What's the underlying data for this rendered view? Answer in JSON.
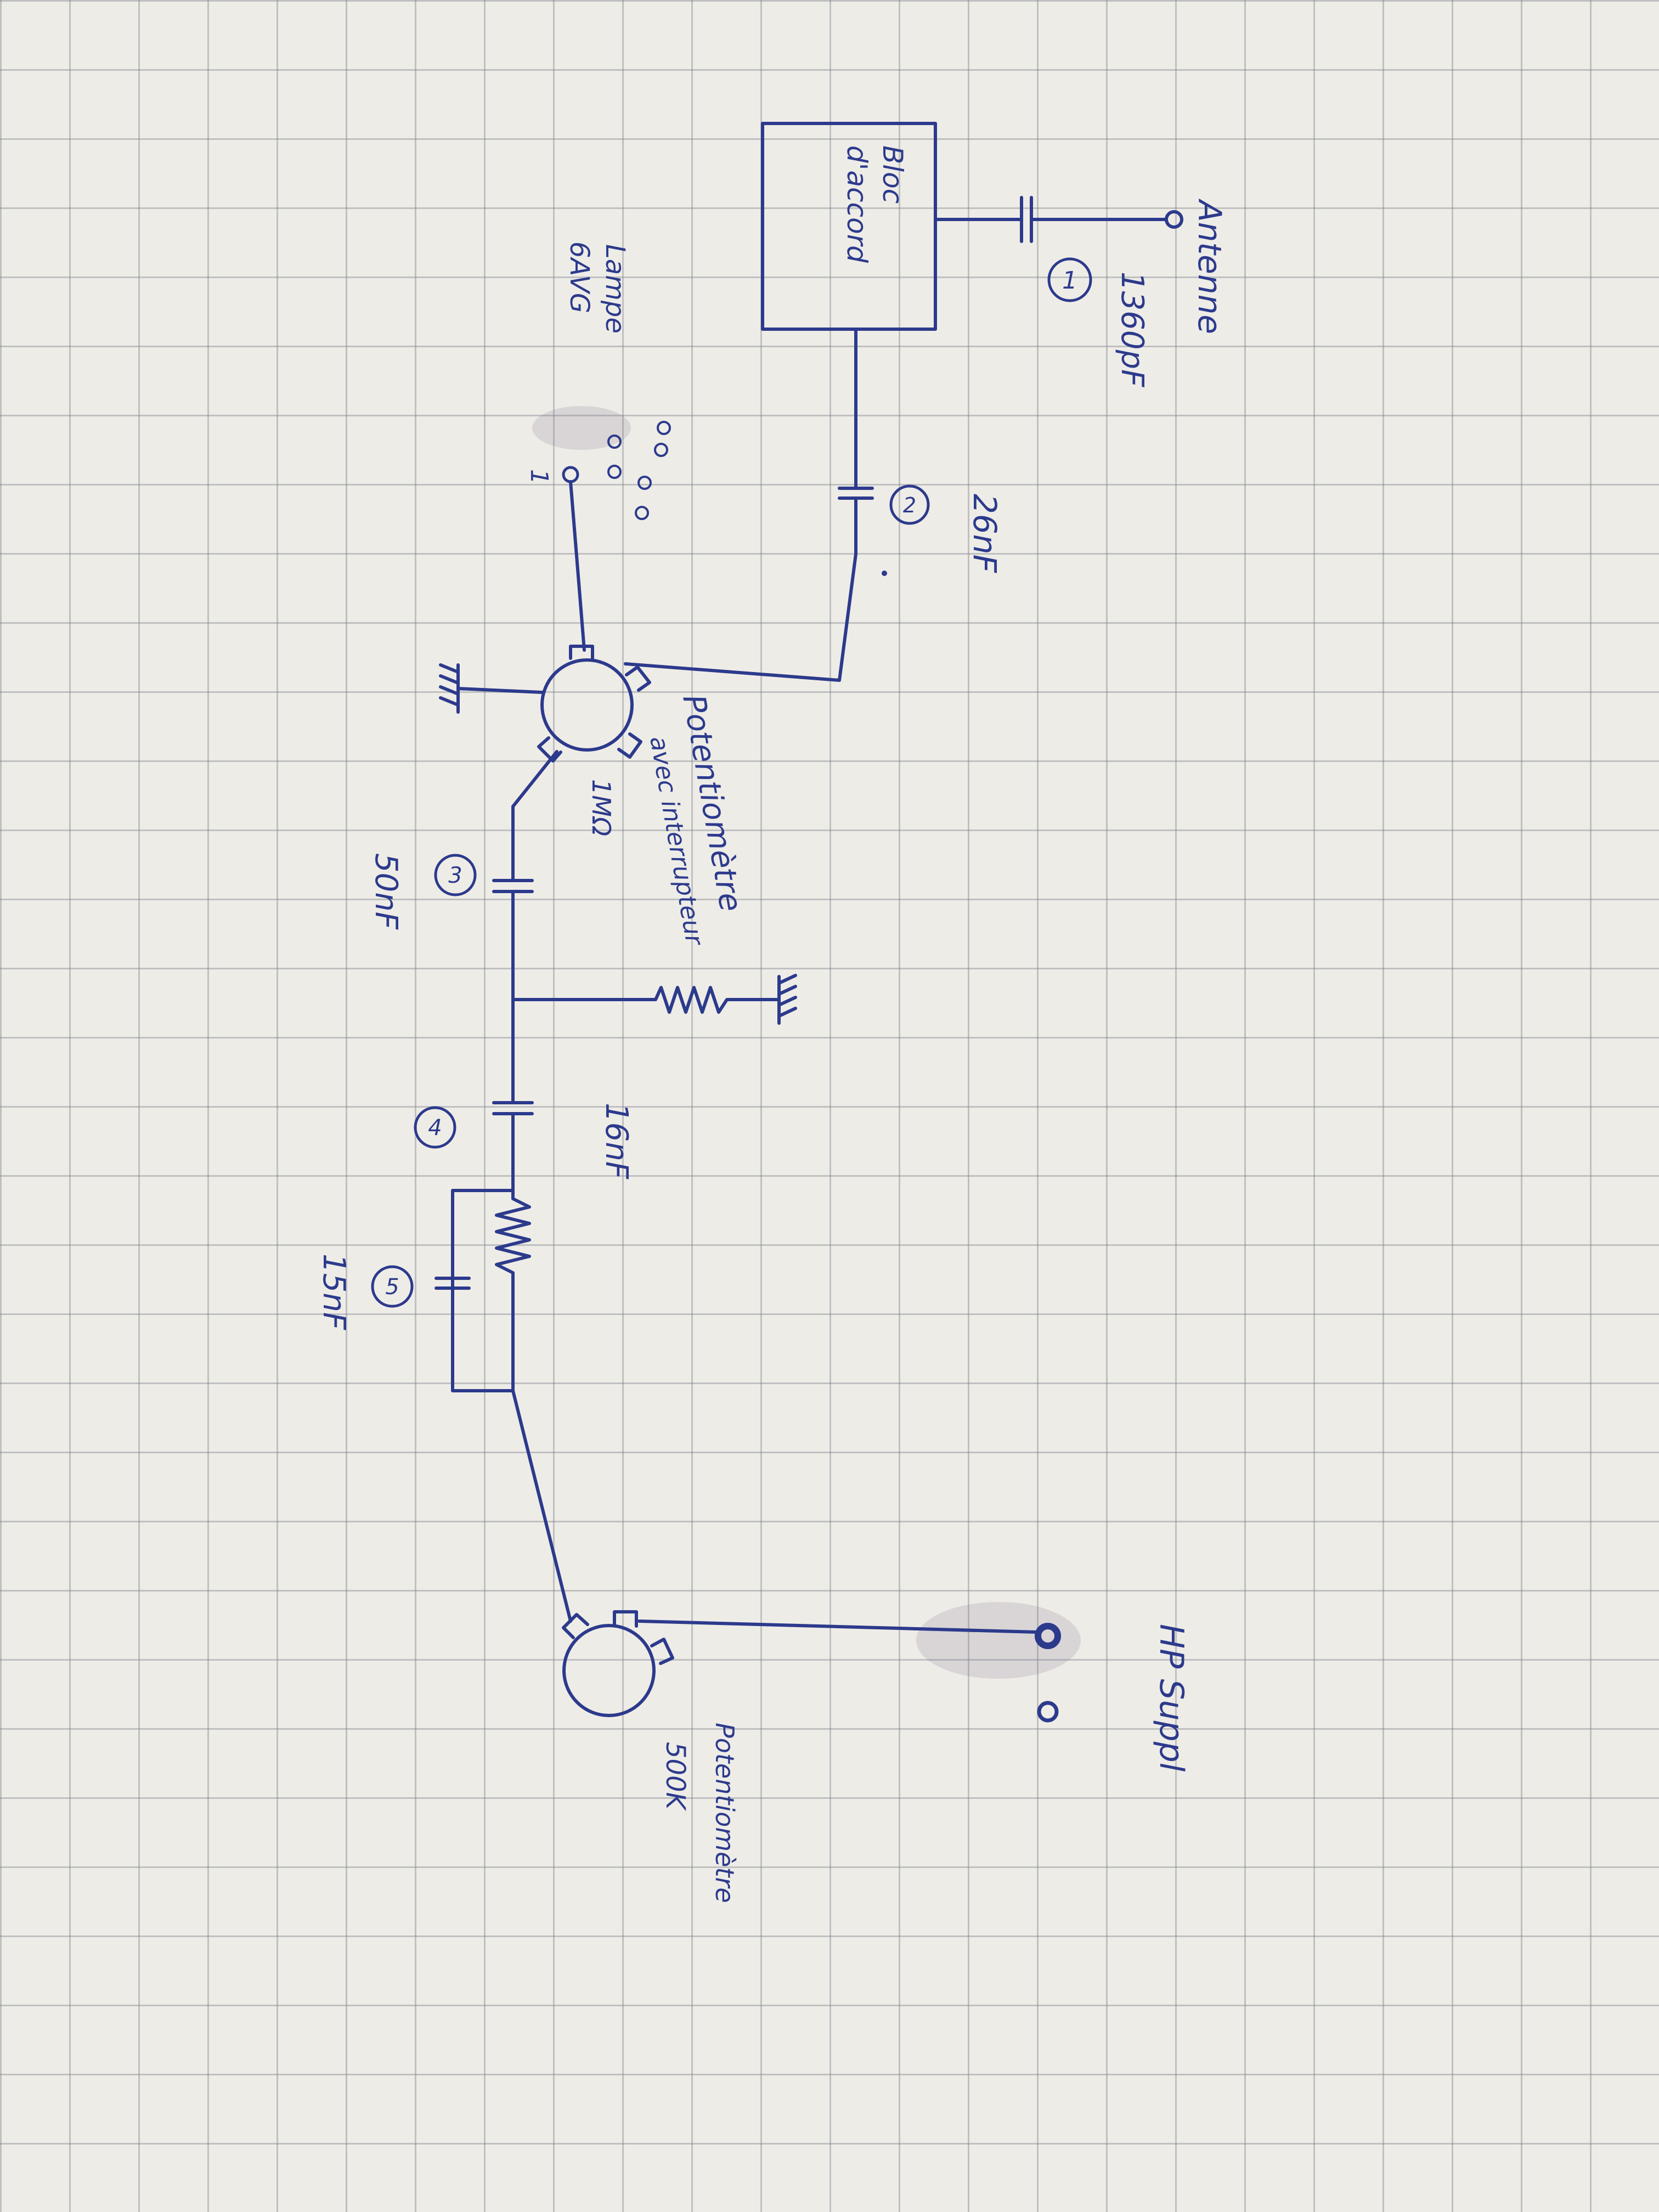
{
  "labels": {
    "antenne": "Antenne",
    "bloc_line1": "Bloc",
    "bloc_line2": "d'accord",
    "c1_value": "1360pF",
    "c1_number": "1",
    "c2_value": "26nF",
    "c2_number": "2",
    "lampe_line1": "Lampe",
    "lampe_line2": "6AVG",
    "lampe_pin": "1",
    "pot1_line1": "Potentiomètre",
    "pot1_line2": "avec interrupteur",
    "pot1_value": "1MΩ",
    "c3_value": "50nF",
    "c3_number": "3",
    "c4_value": "16nF",
    "c4_number": "4",
    "c5_value": "15nF",
    "c5_number": "5",
    "hp_label": "HP Suppl",
    "pot2_label": "Potentiomètre",
    "pot2_value": "500K"
  },
  "colors": {
    "ink": "#2c3a8c",
    "paper": "#eeece7",
    "grid": "#8a8f99"
  }
}
